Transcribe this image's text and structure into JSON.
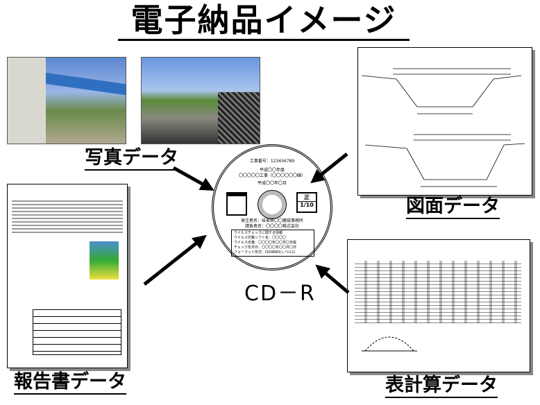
{
  "title": "電子納品イメージ",
  "labels": {
    "photo": "写真データ",
    "drawing": "図面データ",
    "report": "報告書データ",
    "spreadsheet": "表計算データ",
    "cd": "CD－R"
  },
  "cd": {
    "project_no": "工事番号：123456789",
    "year": "平成〇〇年度",
    "project_name": "〇〇〇〇〇工事（〇〇〇〇〇〇線）",
    "date": "平成〇〇年〇月",
    "orderer": "発注者名：岐阜県〇〇建設事務所",
    "contractor": "請負者名：〇〇〇〇株式会社",
    "virus_info": [
      "ウイルスチェックに関する情報",
      "ウイルス対策ソフト名：〇〇〇〇",
      "ウイルス定義：〇〇〇〇年〇〇月〇日版",
      "チェック年月日：〇〇〇〇年〇〇月〇日",
      "フォーマット形式：ISO9660(レベル1)"
    ],
    "seal": "正",
    "disc_no": "1/10"
  },
  "colors": {
    "sky": "#5a86d0",
    "concrete": "#c8c8c0",
    "rail": "#3a7fc0",
    "grass": "#5a8a3a"
  }
}
